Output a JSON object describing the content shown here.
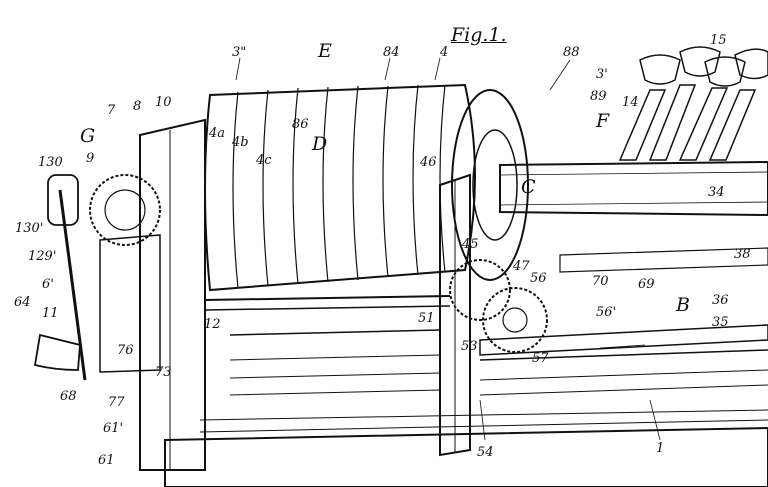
{
  "figure": {
    "title": "Fig.1.",
    "ink_color": "#111111",
    "paper_color": "#ffffff",
    "labels": [
      "3\"",
      "E",
      "84",
      "4",
      "88",
      "3'",
      "89",
      "15",
      "14",
      "7",
      "8",
      "10",
      "G",
      "9",
      "130",
      "130'",
      "129'",
      "6'",
      "64",
      "11",
      "4a",
      "4b",
      "4c",
      "86",
      "D",
      "46",
      "F",
      "C",
      "34",
      "45",
      "47",
      "38",
      "70",
      "69",
      "36",
      "56",
      "B",
      "35",
      "56'",
      "12",
      "51",
      "53",
      "57",
      "76",
      "73",
      "77",
      "61'",
      "61",
      "68",
      "54",
      "1"
    ]
  }
}
